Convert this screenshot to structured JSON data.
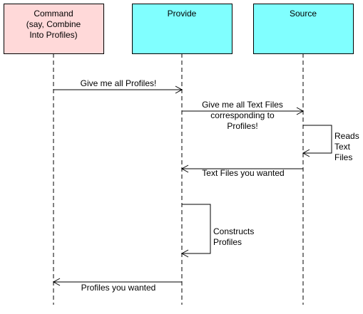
{
  "participants": [
    {
      "id": "command",
      "lines": [
        "Command",
        "(say, Combine",
        "Into Profiles)"
      ],
      "fill": "#ffd9d9"
    },
    {
      "id": "provide",
      "lines": [
        "Provide"
      ],
      "fill": "#80ffff"
    },
    {
      "id": "source",
      "lines": [
        "Source"
      ],
      "fill": "#80ffff"
    }
  ],
  "messages": [
    {
      "id": "give-me-all-profiles",
      "from": "command",
      "to": "provide",
      "lines": [
        "Give me all Profiles!"
      ]
    },
    {
      "id": "give-me-all-text-files",
      "from": "provide",
      "to": "source",
      "lines": [
        "Give me all Text Files",
        "corresponding to",
        "Profiles!"
      ]
    },
    {
      "id": "reads-text-files",
      "from": "source",
      "to": "source",
      "lines": [
        "Reads",
        "Text",
        "Files"
      ]
    },
    {
      "id": "text-files-you-wanted",
      "from": "source",
      "to": "provide",
      "lines": [
        "Text Files you wanted"
      ]
    },
    {
      "id": "constructs-profiles",
      "from": "provide",
      "to": "provide",
      "lines": [
        "Constructs",
        "Profiles"
      ]
    },
    {
      "id": "profiles-you-wanted",
      "from": "provide",
      "to": "command",
      "lines": [
        "Profiles you wanted"
      ]
    }
  ],
  "colors": {
    "line": "#000000",
    "box_stroke": "#000000"
  }
}
